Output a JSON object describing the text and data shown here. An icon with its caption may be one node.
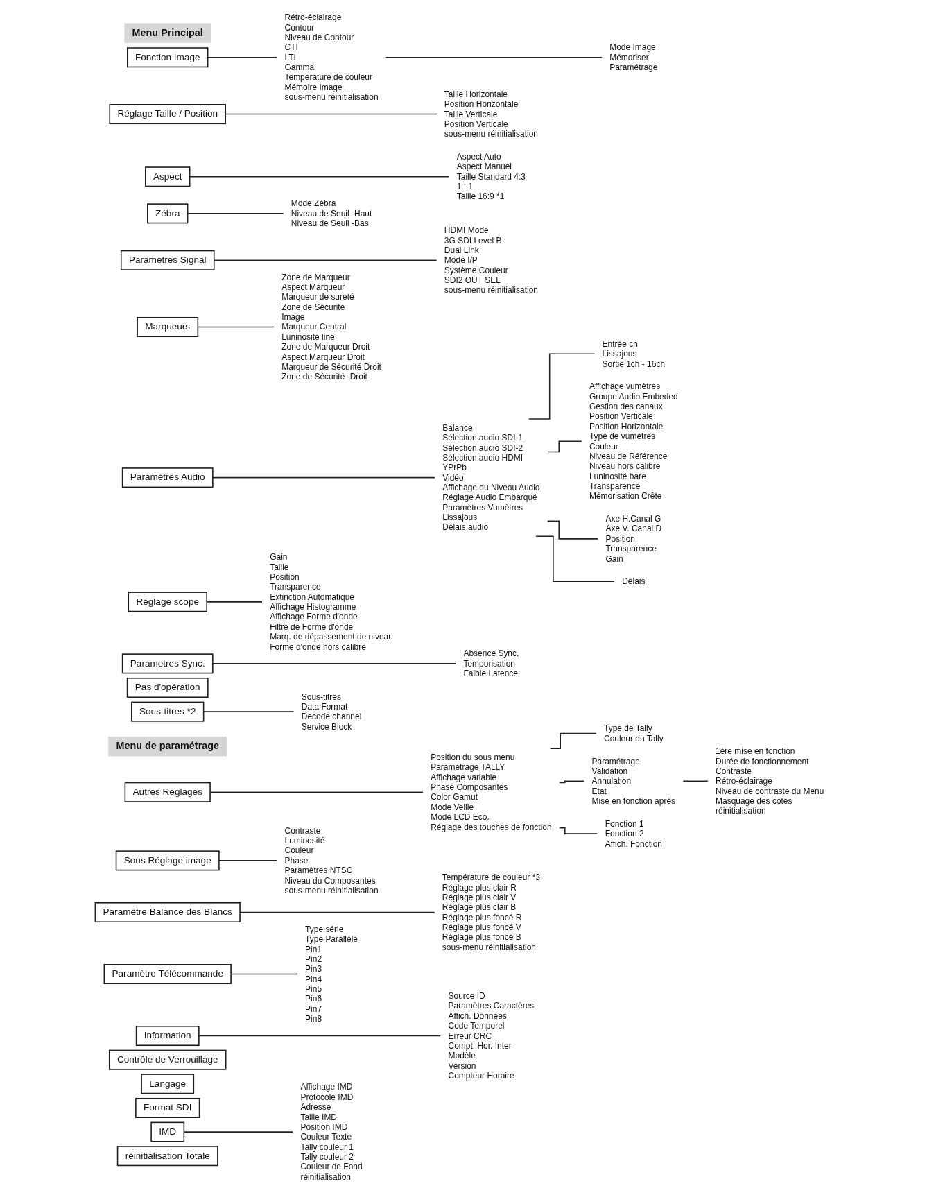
{
  "diagram": {
    "nodes": [
      {
        "text": [
          "Menu Principal"
        ]
      },
      {
        "text": [
          "Fonction Image"
        ]
      },
      {
        "text": [
          "Réglage Taille / Position"
        ]
      },
      {
        "text": [
          "Aspect"
        ]
      },
      {
        "text": [
          "Zébra"
        ]
      },
      {
        "text": [
          "Paramètres Signal"
        ]
      },
      {
        "text": [
          "Marqueurs"
        ]
      },
      {
        "text": [
          "Paramètres Audio"
        ]
      },
      {
        "text": [
          "Réglage scope"
        ]
      },
      {
        "text": [
          "Parametres Sync."
        ]
      },
      {
        "text": [
          "Pas d'opération"
        ]
      },
      {
        "text": [
          "Sous-titres *2"
        ]
      },
      {
        "text": [
          "Rétro-éclairage",
          "Contour",
          "Niveau de Contour",
          "CTI",
          "LTI",
          "Gamma",
          "Température de couleur",
          "Mémoire Image",
          "sous-menu réinitialisation"
        ]
      },
      {
        "text": [
          "Mode Zébra",
          "Niveau de Seuil -Haut",
          "Niveau de Seuil -Bas"
        ]
      },
      {
        "text": [
          "Zone de Marqueur",
          "Aspect Marqueur",
          "Marqueur de sureté",
          "Zone de Sécurité",
          "Image",
          "Marqueur Central",
          "Luninosité line",
          "Zone de Marqueur Droit",
          "Aspect Marqueur Droit",
          "Marqueur de Sécurité Droit",
          "Zone de Sécurité -Droit"
        ]
      },
      {
        "text": [
          "Gain",
          "Taille",
          "Position",
          "Transparence",
          "Extinction Automatique",
          "Affichage Histogramme",
          "Affichage Forme d'onde",
          "Filtre de Forme d'onde",
          "Marq. de dépassement de niveau",
          "Forme d'onde hors calibre"
        ]
      },
      {
        "text": [
          "Sous-titres",
          "Data Format",
          "Decode channel",
          "Service Block"
        ]
      },
      {
        "text": [
          "Taille Horizontale",
          "Position Horizontale",
          "Taille Verticale",
          "Position Verticale",
          "sous-menu réinitialisation"
        ]
      },
      {
        "text": [
          "Aspect Auto",
          "Aspect Manuel",
          "Taille Standard 4:3",
          "1 : 1",
          "Taille 16:9 *1"
        ]
      },
      {
        "text": [
          "HDMI Mode",
          "3G SDI Level B",
          "Dual Link",
          "Mode I/P",
          "Système Couleur",
          "SDI2 OUT SEL",
          "sous-menu réinitialisation"
        ]
      },
      {
        "text": [
          "Balance",
          "Sélection audio SDI-1",
          "Sélection audio SDI-2",
          "Sélection audio HDMI",
          "YPrPb",
          "Vidéo",
          "Affichage du Niveau Audio",
          "Réglage Audio Embarqué",
          "Paramètres Vumètres",
          "Lissajous",
          "Délais audio"
        ]
      },
      {
        "text": [
          "Absence Sync.",
          "Temporisation",
          "Faible Latence"
        ]
      },
      {
        "text": [
          "Mode Image",
          "Mémoriser",
          "Paramétrage"
        ]
      },
      {
        "text": [
          "Entrée ch",
          "Lissajous",
          "Sortie 1ch - 16ch"
        ]
      },
      {
        "text": [
          "Affichage vumètres",
          "Groupe Audio Embeded",
          "Gestion des canaux",
          "Position Verticale",
          "Position Horizontale",
          "Type de vumètres",
          "Couleur",
          "Niveau de Référence",
          "Niveau hors calibre",
          "Luninosité bare",
          "Transparence",
          "Mémorisation Crête"
        ]
      },
      {
        "text": [
          "Axe H.Canal G",
          "Axe V. Canal D",
          "Position",
          "Transparence",
          "Gain"
        ]
      },
      {
        "text": [
          "Délais"
        ]
      },
      {
        "text": [
          "Menu de paramétrage"
        ]
      },
      {
        "text": [
          "Autres Reglages"
        ]
      },
      {
        "text": [
          "Sous Réglage image"
        ]
      },
      {
        "text": [
          "Paramétre Balance des Blancs"
        ]
      },
      {
        "text": [
          "Paramètre Télécommande"
        ]
      },
      {
        "text": [
          "Information"
        ]
      },
      {
        "text": [
          "Contrôle de Verrouillage"
        ]
      },
      {
        "text": [
          "Langage"
        ]
      },
      {
        "text": [
          "Format SDI"
        ]
      },
      {
        "text": [
          "IMD"
        ]
      },
      {
        "text": [
          "réinitialisation Totale"
        ]
      },
      {
        "text": [
          "Contraste",
          "Luminosité",
          "Couleur",
          "Phase",
          "Paramètres NTSC",
          "Niveau du Composantes",
          "sous-menu réinitialisation"
        ]
      },
      {
        "text": [
          "Type série",
          "Type Parallèle",
          "Pin1",
          "Pin2",
          "Pin3",
          "Pin4",
          "Pin5",
          "Pin6",
          "Pin7",
          "Pin8"
        ]
      },
      {
        "text": [
          "Affichage IMD",
          "Protocole IMD",
          "Adresse",
          "Taille IMD",
          "Position IMD",
          "Couleur Texte",
          "Tally couleur 1",
          "Tally couleur 2",
          "Couleur de Fond",
          "réinitialisation"
        ]
      },
      {
        "text": [
          "Position du sous menu",
          "Paramétrage TALLY",
          "Affichage variable",
          "Phase Composantes",
          "Color Gamut",
          "Mode Veille",
          "Mode LCD Eco.",
          "Réglage des touches de fonction"
        ]
      },
      {
        "text": [
          "Température de couleur *3",
          "Réglage plus clair R",
          "Réglage plus clair V",
          "Réglage plus clair B",
          "Réglage plus foncé R",
          "Réglage plus foncé V",
          "Réglage plus foncé B",
          "sous-menu réinitialisation"
        ]
      },
      {
        "text": [
          "Source ID",
          "Paramètres Caractères",
          "Affich. Donnees",
          "Code Temporel",
          "Erreur CRC",
          "Compt. Hor. Inter",
          "Modèle",
          "Version",
          "Compteur Horaire"
        ]
      },
      {
        "text": [
          "Type de Tally",
          "Couleur du Tally"
        ]
      },
      {
        "text": [
          "Paramétrage",
          "Validation",
          "Annulation",
          "Etat",
          "Mise en fonction après"
        ]
      },
      {
        "text": [
          "Fonction 1",
          "Fonction 2",
          "Affich. Fonction"
        ]
      },
      {
        "text": [
          "1ère mise en fonction",
          "Durée de fonctionnement",
          "Contraste",
          "Rétro-éclairage",
          "Niveau de contraste du Menu",
          "Masquage des cotés",
          "réinitialisation"
        ]
      }
    ],
    "edges": [
      {
        "from": 1,
        "to": 12,
        "arrow": "none"
      },
      {
        "from": 2,
        "to": 17,
        "arrow": "none"
      },
      {
        "from": 3,
        "to": 18,
        "arrow": "none"
      },
      {
        "from": 4,
        "to": 13,
        "arrow": "none"
      },
      {
        "from": 5,
        "to": 19,
        "arrow": "none"
      },
      {
        "from": 6,
        "to": 14,
        "arrow": "none"
      },
      {
        "from": 7,
        "to": 20,
        "arrow": "none"
      },
      {
        "from": 8,
        "to": 15,
        "arrow": "none"
      },
      {
        "from": 9,
        "to": 21,
        "arrow": "none"
      },
      {
        "from": 11,
        "to": 16,
        "arrow": "none"
      },
      {
        "from": 12,
        "to": 22,
        "arrow": "none"
      },
      {
        "from": 20,
        "to": 23,
        "arrow": "none"
      },
      {
        "from": 20,
        "to": 24,
        "arrow": "none"
      },
      {
        "from": 20,
        "to": 25,
        "arrow": "none"
      },
      {
        "from": 20,
        "to": 26,
        "arrow": "none"
      },
      {
        "from": 28,
        "to": 41,
        "arrow": "none"
      },
      {
        "from": 29,
        "to": 38,
        "arrow": "none"
      },
      {
        "from": 30,
        "to": 42,
        "arrow": "none"
      },
      {
        "from": 31,
        "to": 39,
        "arrow": "none"
      },
      {
        "from": 32,
        "to": 43,
        "arrow": "none"
      },
      {
        "from": 36,
        "to": 40,
        "arrow": "none"
      },
      {
        "from": 41,
        "to": 44,
        "arrow": "none"
      },
      {
        "from": 41,
        "to": 45,
        "arrow": "none"
      },
      {
        "from": 41,
        "to": 46,
        "arrow": "none"
      },
      {
        "from": 45,
        "to": 47,
        "arrow": "none"
      }
    ]
  }
}
